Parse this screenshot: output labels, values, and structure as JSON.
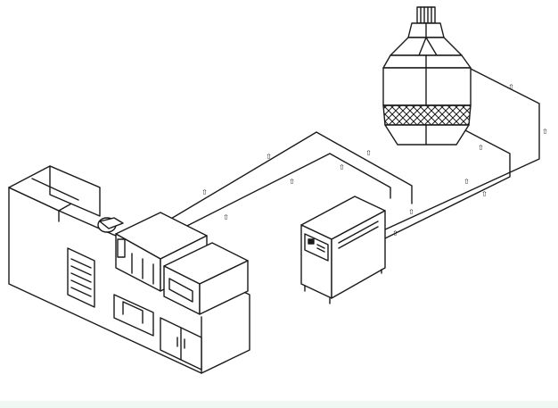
{
  "diagram": {
    "line_color": "#1a1a1a",
    "background_color": "#ffffff",
    "bottom_strip_color": "#eef9f4",
    "flow_arrow_glyph": "⇧",
    "components": [
      {
        "id": "injection-molding-machine",
        "icon": "injection-molding-machine-icon"
      },
      {
        "id": "mold-temperature-controller",
        "icon": "temperature-controller-icon"
      },
      {
        "id": "cooling-tower",
        "icon": "cooling-tower-icon"
      }
    ],
    "piping": [
      "machine-to-controller-loop",
      "controller-to-tower-loop"
    ]
  }
}
